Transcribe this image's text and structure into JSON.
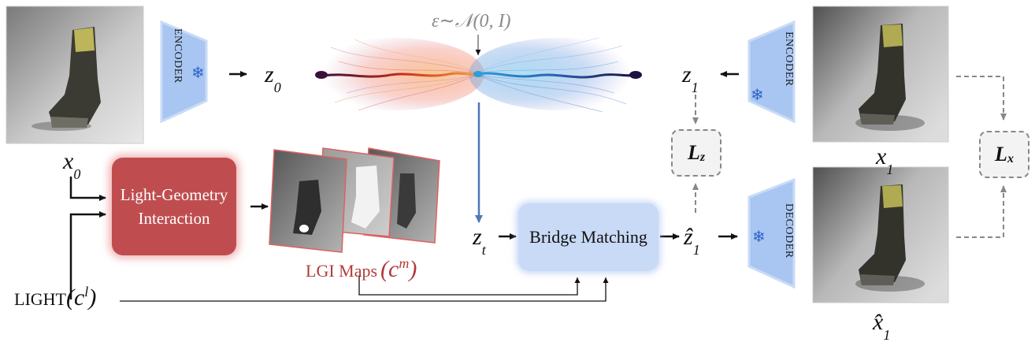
{
  "inputs": {
    "x0_base": "x",
    "x0_sub": "0",
    "light_text": "LIGHT",
    "light_var_open": "(c",
    "light_var_sup": "l",
    "light_var_close": ")"
  },
  "encoder_left": {
    "label": "ENCODER",
    "icon": "snowflake-icon"
  },
  "encoder_right": {
    "label": "ENCODER",
    "icon": "snowflake-icon"
  },
  "decoder": {
    "label": "DECODER",
    "icon": "snowflake-icon"
  },
  "latents": {
    "z0_base": "z",
    "z0_sub": "0",
    "z1_base": "z",
    "z1_sub": "1",
    "zt_base": "z",
    "zt_sub": "t",
    "z1hat_base": "ẑ",
    "z1hat_sub": "1"
  },
  "noise_label": "ε∼𝒩(0, I)",
  "lgi_module": {
    "line1": "Light-Geometry",
    "line2": "Interaction"
  },
  "lgi_maps": {
    "label": "LGI Maps",
    "var_open": "(c",
    "var_sup": "m",
    "var_close": ")"
  },
  "bridge": {
    "label": "Bridge Matching"
  },
  "losses": {
    "lz_base": "L",
    "lz_sub": "z",
    "lx_base": "L",
    "lx_sub": "x"
  },
  "outputs": {
    "x1_base": "x",
    "x1_sub": "1",
    "x1hat_base": "x̂",
    "x1hat_sub": "1"
  },
  "colors": {
    "red_box": "#bf4d4f",
    "blue_box": "#c9daf6",
    "coder": "#a9c6f2",
    "lgi_text": "#b23a3a",
    "arrow": "#111111",
    "dashed": "#888888",
    "noise_arrow": "#4f78b8"
  }
}
